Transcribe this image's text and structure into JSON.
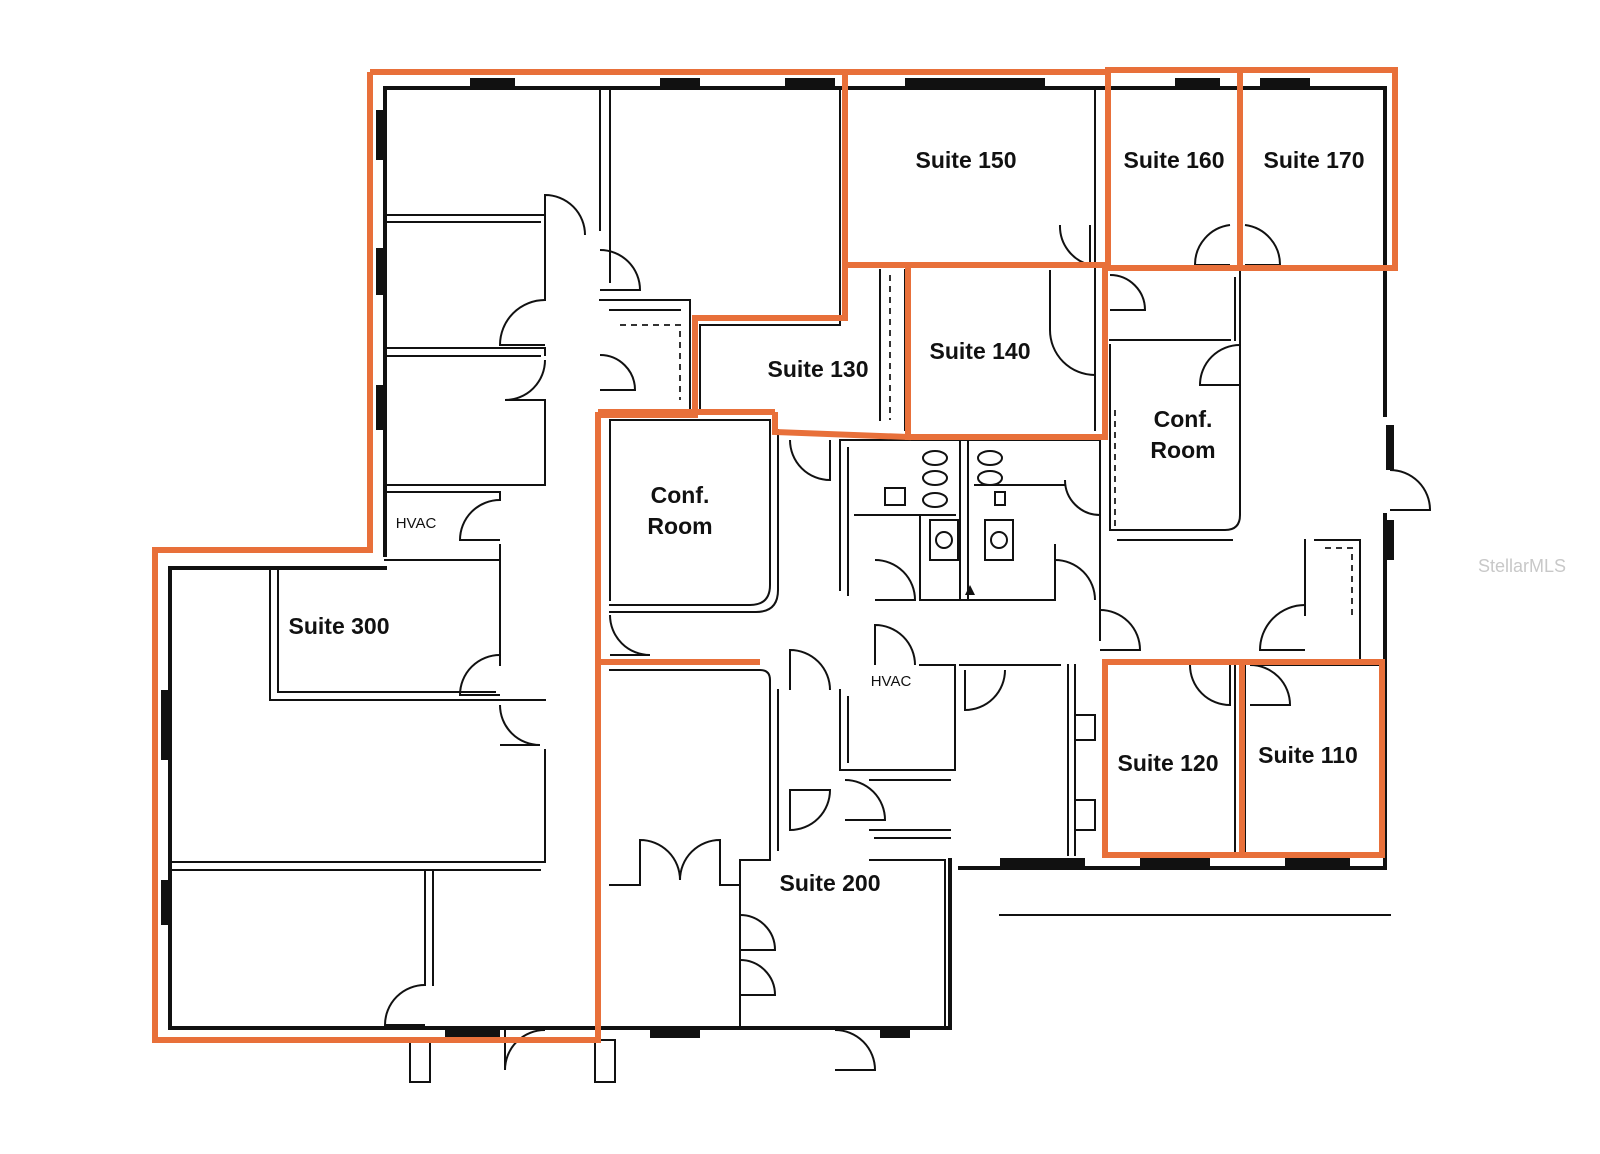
{
  "colors": {
    "suite_outline": "#e8703a",
    "wall": "#111111",
    "watermark": "#c8c8c8"
  },
  "labels": {
    "suite_150": "Suite 150",
    "suite_160": "Suite 160",
    "suite_170": "Suite 170",
    "suite_140": "Suite 140",
    "suite_130": "Suite 130",
    "conf_room_center_line1": "Conf.",
    "conf_room_center_line2": "Room",
    "conf_room_right_line1": "Conf.",
    "conf_room_right_line2": "Room",
    "suite_300": "Suite 300",
    "hvac_upper": "HVAC",
    "hvac_lower": "HVAC",
    "suite_120": "Suite 120",
    "suite_110": "Suite 110",
    "suite_200": "Suite 200"
  },
  "watermark": "StellarMLS"
}
